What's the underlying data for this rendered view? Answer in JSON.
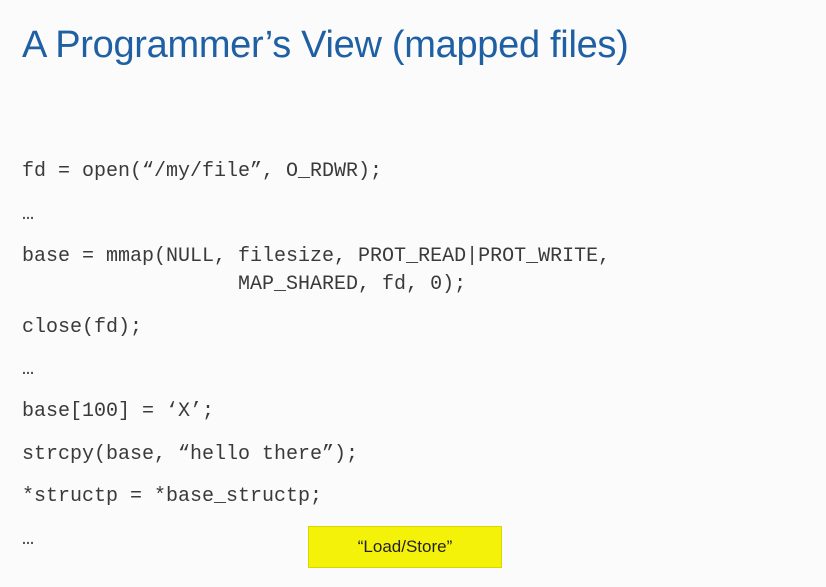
{
  "slide": {
    "title": "A Programmer’s View (mapped files)",
    "code_lines": [
      "fd = open(“/my/file”, O_RDWR);",
      "…",
      "base = mmap(NULL, filesize, PROT_READ|PROT_WRITE,",
      "                  MAP_SHARED, fd, 0);",
      "close(fd);",
      "…",
      "base[100] = ‘X’;",
      "strcpy(base, “hello there”);",
      "*structp = *base_structp;",
      "…"
    ],
    "callout": "“Load/Store”"
  },
  "colors": {
    "title": "#1f5fa3",
    "code_text": "#3a3a3a",
    "callout_background": "#f5f20a",
    "slide_background": "#fafbfa"
  }
}
